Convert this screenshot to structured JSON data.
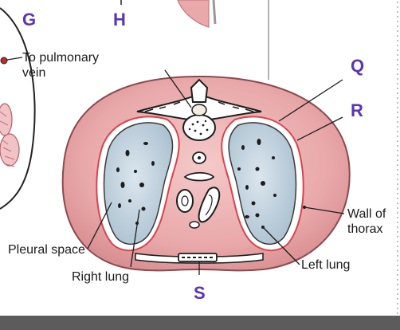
{
  "letters": {
    "g": "G",
    "h": "H",
    "q": "Q",
    "r": "R",
    "s": "S"
  },
  "labels": {
    "pulmonary_vein_line1": "To pulmonary",
    "pulmonary_vein_line2": "vein",
    "wall_line1": "Wall of",
    "wall_line2": "thorax",
    "pleural_space": "Pleural space",
    "right_lung": "Right lung",
    "left_lung": "Left lung"
  },
  "colors": {
    "letter_purple": "#5b34b8",
    "thorax_pink": "#e8a3a4",
    "lung_fill": "#b9ccd8",
    "pleura_red": "#d9434d"
  }
}
